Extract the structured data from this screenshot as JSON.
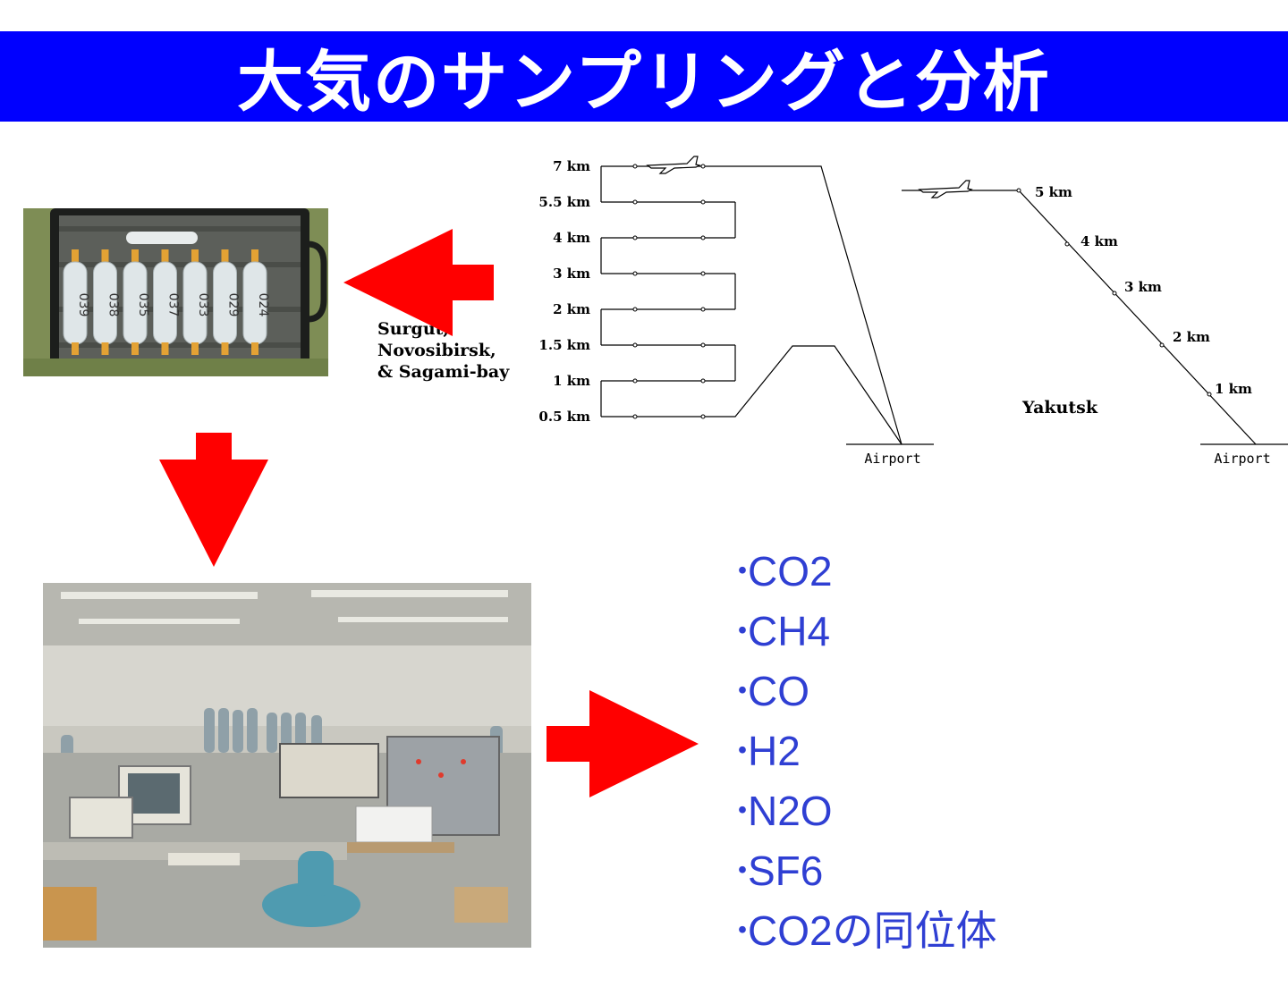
{
  "title": "大気のサンプリングと分析",
  "sites": [
    "Surgut,",
    "Novosibirsk,",
    "& Sagami-bay"
  ],
  "profile_left": {
    "altitudes": [
      "7 km",
      "5.5 km",
      "4 km",
      "3 km",
      "2 km",
      "1.5 km",
      "1 km",
      "0.5 km"
    ],
    "base_label": "Airport"
  },
  "profile_right": {
    "altitudes": [
      "5 km",
      "4 km",
      "3 km",
      "2 km",
      "1 km"
    ],
    "station": "Yakutsk",
    "base_label": "Airport"
  },
  "bottle_labels": [
    "039",
    "038",
    "035",
    "037",
    "033",
    "029",
    "024"
  ],
  "bullet": "・",
  "gases": [
    "CO2",
    "CH4",
    "CO",
    "H2",
    "N2O",
    "SF6",
    "CO2の同位体"
  ],
  "colors": {
    "title_bg": "#0000ff",
    "arrow": "#ff0000",
    "gas_text": "#2f3fd3"
  }
}
